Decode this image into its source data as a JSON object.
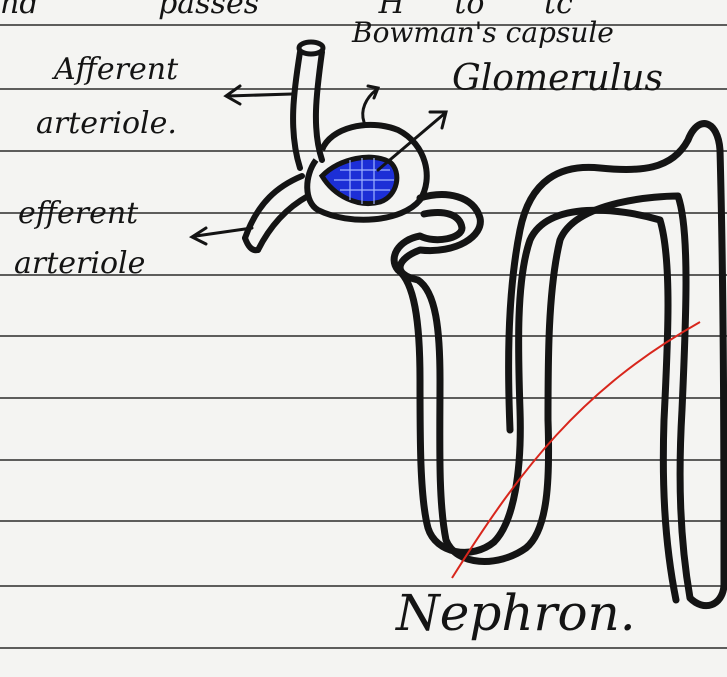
{
  "header_fragment": [
    "nd",
    "passes",
    "H",
    "to",
    "tc"
  ],
  "labels": {
    "afferent_line1": "Afferent",
    "afferent_line2": "arteriole.",
    "efferent_line1": "efferent",
    "efferent_line2": "arteriole",
    "bowmans_capsule": "Bowman's capsule",
    "glomerulus": "Glomerulus",
    "nephron": "Nephron."
  },
  "colors": {
    "paper": "#f4f4f2",
    "ruled_line": "#2b2b2b",
    "ink": "#141414",
    "glomerulus_fill": "#1c2fd6",
    "nephron_pointer": "#d8261c"
  }
}
